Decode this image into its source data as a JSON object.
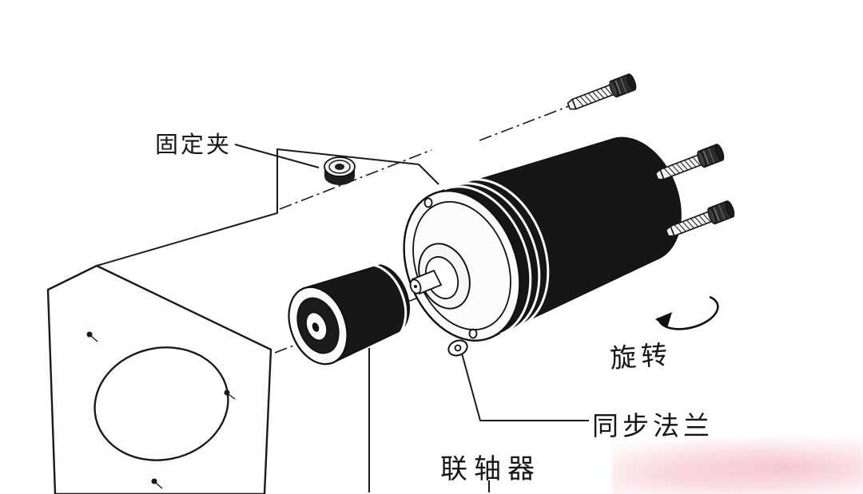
{
  "figure": {
    "type": "exploded-assembly-diagram",
    "background": "#ffffff",
    "ink": "#1a1a1a",
    "watermark_color": "#f0a0b4",
    "labels": {
      "clamp": "固定夹",
      "rotation": "旋转",
      "sync_flange": "同步法兰",
      "coupling": "联轴器"
    }
  }
}
